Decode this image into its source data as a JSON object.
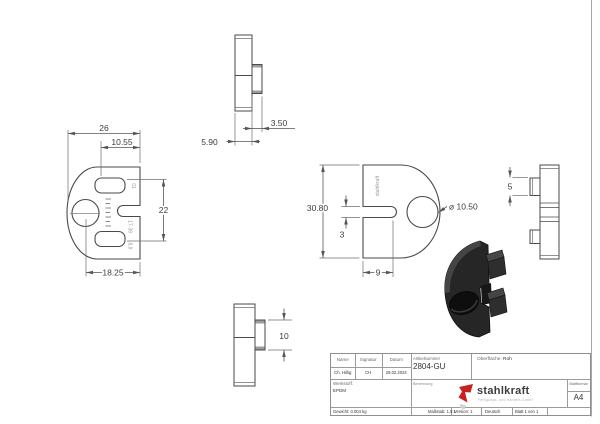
{
  "page": {
    "background": "#ffffff",
    "line_color": "#4a4a4a",
    "dim_color": "#555555"
  },
  "views": {
    "front": {
      "d_width": "26",
      "d_slot": "10.55",
      "d_height": "22",
      "d_bottom": "18.25",
      "eng_top": "01",
      "eng_mid": "17-38",
      "eng_bottom": "8,9"
    },
    "side_top": {
      "d_boss": "3.50",
      "d_body": "5.90"
    },
    "main": {
      "d_height": "30.80",
      "d_slot": "3",
      "d_depth": "9",
      "d_hole": "⌀ 10.50",
      "engraving": "stahlkraft"
    },
    "side_right": {
      "d_boss": "5"
    },
    "side_bottom": {
      "d_boss": "10"
    }
  },
  "title_block": {
    "name_label": "Name",
    "name_value": "Ch. Hillig",
    "signatur_label": "Signatur",
    "signatur_value": "CH",
    "datum_label": "Datum",
    "datum_value": "29.02.2024",
    "artikelnummer_label": "Artikelnummer",
    "artikelnummer_value": "2804-GU",
    "oberflaeche_label": "Oberfläche:",
    "oberflaeche_value": "Roh",
    "werkstoff_label": "Werkstoff:",
    "werkstoff_value": "EPDM",
    "benennung_label": "Benennung",
    "logo_text": "stahlkraft",
    "logo_tagline": "Fertigungs- und Handels GmbH",
    "logo_color": "#c9211e",
    "blattformat_label": "Blattformat",
    "blattformat_value": "A4",
    "gewicht": "Gewicht: 0.004 kg",
    "massstab": "Maßstab: 1.5:1",
    "version": "Version: 1",
    "sprache": "Deutsch",
    "blatt": "Blatt 1 von 1"
  }
}
